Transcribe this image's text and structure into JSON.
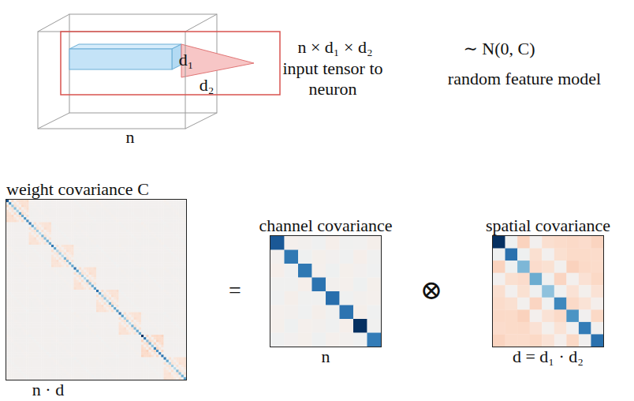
{
  "diagram": {
    "nodes": [
      {
        "text": [
          "weight covariance C",
          "n · d"
        ]
      },
      {
        "text": [
          "channel covariance",
          "n"
        ]
      },
      {
        "text": [
          "spatial covariance",
          "d = d₁ · d₂"
        ]
      }
    ],
    "labels": [
      "d₁",
      "d₂",
      "n",
      "n × d₁ × d₂",
      "input tensor to neuron",
      "∼ N(0, C)",
      "random feature model",
      "=",
      "⊗"
    ]
  }
}
